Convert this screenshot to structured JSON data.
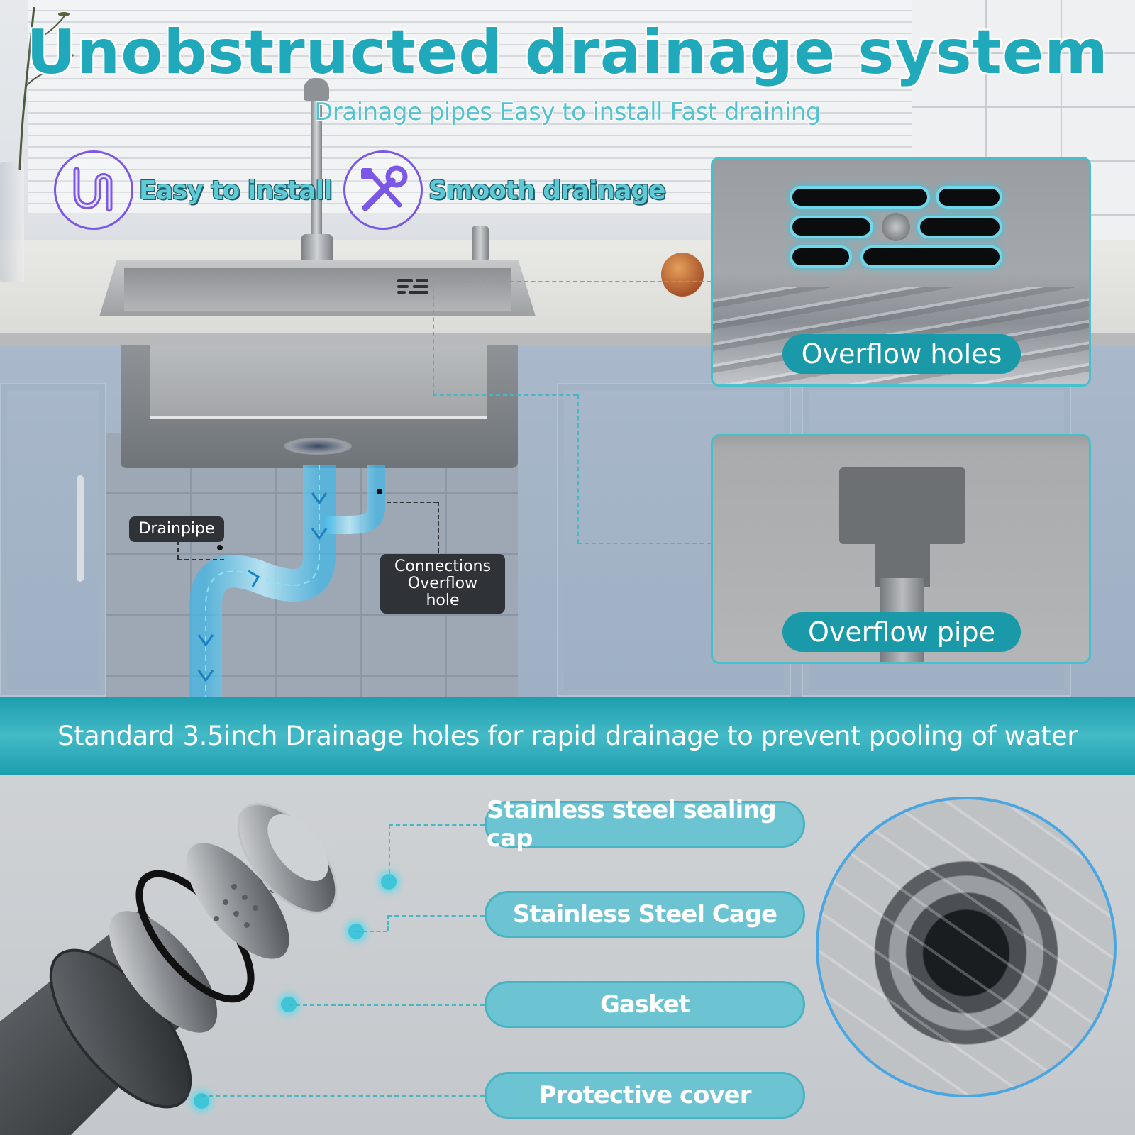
{
  "header": {
    "title": "Unobstructed drainage system",
    "subtitle": "Drainage pipes Easy to install Fast draining"
  },
  "features": [
    {
      "label": "Easy to install",
      "icon": "s-trap-pipe-icon"
    },
    {
      "label": "Smooth drainage",
      "icon": "wrench-screwdriver-icon"
    }
  ],
  "callouts": {
    "overflow_holes": "Overflow holes",
    "overflow_pipe": "Overflow pipe",
    "drainpipe": "Drainpipe",
    "connections_line1": "Connections",
    "connections_line2": "Overflow hole"
  },
  "band": {
    "text": "Standard 3.5inch Drainage holes for rapid drainage to prevent pooling of water"
  },
  "parts": [
    {
      "label": "Stainless steel sealing cap"
    },
    {
      "label": "Stainless Steel Cage"
    },
    {
      "label": "Gasket"
    },
    {
      "label": "Protective cover"
    }
  ],
  "colors": {
    "accent": "#1fa9ba",
    "band": "#1b9eae",
    "pill": "#6cc4d2",
    "icon_ring": "#7b57e6"
  }
}
